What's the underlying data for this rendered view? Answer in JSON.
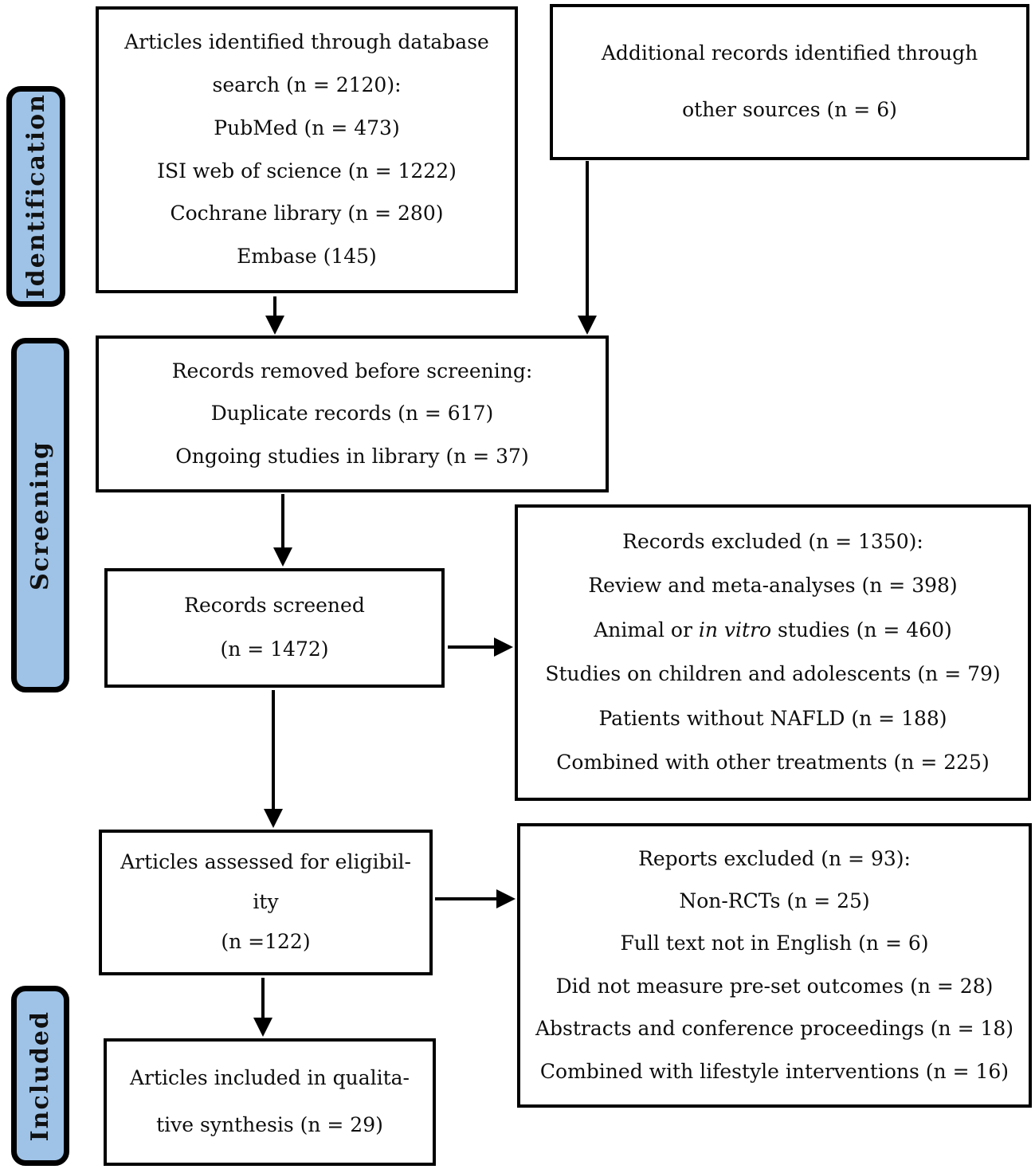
{
  "colors": {
    "stage_fill": "#9fc3e7",
    "line_color": "#000000"
  },
  "stages": {
    "identification": "Identification",
    "screening": "Screening",
    "included": "Included"
  },
  "boxes": {
    "identified": {
      "lines": [
        "Articles identified through database",
        "search (n = 2120):",
        "PubMed (n = 473)",
        "ISI web of science (n = 1222)",
        "Cochrane library (n = 280)",
        "Embase (145)"
      ]
    },
    "additional_records": {
      "lines": [
        "Additional records identified through",
        "other sources (n = 6)"
      ]
    },
    "records_removed": {
      "lines": [
        "Records removed before screening:",
        "Duplicate records (n = 617)",
        "Ongoing studies in library (n = 37)"
      ]
    },
    "records_screened": {
      "lines": [
        "Records screened",
        "(n = 1472)"
      ]
    },
    "records_excluded": {
      "header": "Records excluded (n = 1350):",
      "item1": "Review and meta-analyses (n = 398)",
      "item2_pre": "Animal or ",
      "item2_italic": "in vitro",
      "item2_post": " studies (n = 460)",
      "item3": "Studies on children and adolescents (n = 79)",
      "item4": "Patients without NAFLD (n = 188)",
      "item5": "Combined with other treatments (n = 225)"
    },
    "articles_assessed": {
      "lines": [
        "Articles assessed for eligibil-",
        "ity",
        "(n =122)"
      ]
    },
    "reports_excluded": {
      "lines": [
        "Reports excluded (n = 93):",
        "Non-RCTs (n = 25)",
        "Full text not in English (n = 6)",
        "Did not measure pre-set outcomes (n = 28)",
        "Abstracts and conference proceedings (n = 18)",
        "Combined with lifestyle interventions (n = 16)"
      ]
    },
    "articles_included": {
      "lines": [
        "Articles included in qualita-",
        "tive synthesis (n = 29)"
      ]
    }
  }
}
